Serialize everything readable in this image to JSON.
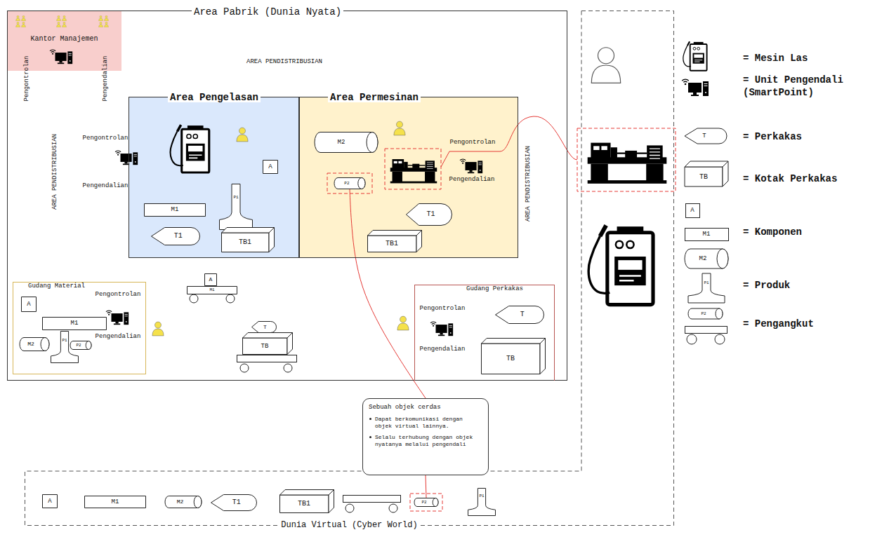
{
  "diagram": {
    "nodes": [
      {
        "text": [
          "Area Pabrik (Dunia Nyata)"
        ]
      },
      {
        "text": [
          "Kantor Manajemen"
        ],
        "in": 0
      },
      {
        "text": [
          "Area Pengelasan"
        ],
        "in": 0
      },
      {
        "text": [
          "Area Permesinan"
        ],
        "in": 0
      },
      {
        "text": [
          "Gudang Material"
        ],
        "in": 0
      },
      {
        "text": [
          "Gudang Perkakas"
        ],
        "in": 0
      },
      {
        "text": [
          "A"
        ],
        "in": 2
      },
      {
        "text": [
          "M1"
        ],
        "in": 2
      },
      {
        "text": [
          "P1"
        ],
        "in": 2
      },
      {
        "text": [
          "T1"
        ],
        "in": 2
      },
      {
        "text": [
          "TB1"
        ],
        "in": 2
      },
      {
        "text": [
          "M2"
        ],
        "in": 3
      },
      {
        "text": [
          "P2"
        ],
        "in": 3
      },
      {
        "text": [
          "T1"
        ],
        "in": 3
      },
      {
        "text": [
          "TB1"
        ],
        "in": 3
      },
      {
        "text": [
          "A"
        ],
        "in": 4
      },
      {
        "text": [
          "M1"
        ],
        "in": 4
      },
      {
        "text": [
          "M2"
        ],
        "in": 4
      },
      {
        "text": [
          "P1"
        ],
        "in": 4
      },
      {
        "text": [
          "P2"
        ],
        "in": 4
      },
      {
        "text": [
          "A"
        ],
        "in": 0
      },
      {
        "text": [
          "M1"
        ],
        "in": 0
      },
      {
        "text": [
          "T"
        ],
        "in": 0
      },
      {
        "text": [
          "TB"
        ],
        "in": 0
      },
      {
        "text": [
          "T"
        ],
        "in": 5
      },
      {
        "text": [
          "TB"
        ],
        "in": 5
      },
      {
        "text": [
          "Sebuah objek cerdas",
          "Dapat berkomunikasi dengan objek virtual lainnya.",
          "Selalu terhubung dengan objek nyatanya melalui pengendali"
        ]
      },
      {
        "text": [
          "Dunia Virtual (Cyber World)"
        ]
      },
      {
        "text": [
          "A"
        ],
        "in": 27
      },
      {
        "text": [
          "M1"
        ],
        "in": 27
      },
      {
        "text": [
          "M2"
        ],
        "in": 27
      },
      {
        "text": [
          "T1"
        ],
        "in": 27
      },
      {
        "text": [
          "TB1"
        ],
        "in": 27
      },
      {
        "text": [
          "P2"
        ],
        "in": 27
      },
      {
        "text": [
          "P1"
        ],
        "in": 27
      }
    ],
    "edges": [
      {
        "from": 12,
        "to": 26,
        "arrow": "none"
      },
      {
        "from": 26,
        "to": 33,
        "arrow": "none"
      }
    ],
    "labels": [
      "AREA PENDISTRIBUSIAN",
      "AREA PENDISTRIBUSIAN",
      "AREA PENDISTRIBUSIAN",
      "Pengontrolan",
      "Pengendalian",
      "Pengontrolan",
      "Pengendalian",
      "Pengontrolan",
      "Pengendalian",
      "Pengontrolan",
      "Pengendalian",
      "Pengontrolan",
      "Pengendalian",
      "T",
      "TB",
      "A",
      "M1",
      "M2",
      "P1",
      "P2"
    ],
    "legend": [
      {
        "text": "= Mesin Las"
      },
      {
        "text": "= Unit Pengendali (SmartPoint)"
      },
      {
        "text": "= Perkakas"
      },
      {
        "text": "= Kotak Perkakas"
      },
      {
        "text": "= Komponen"
      },
      {
        "text": "= Produk"
      },
      {
        "text": "= Pengangkut"
      }
    ]
  }
}
